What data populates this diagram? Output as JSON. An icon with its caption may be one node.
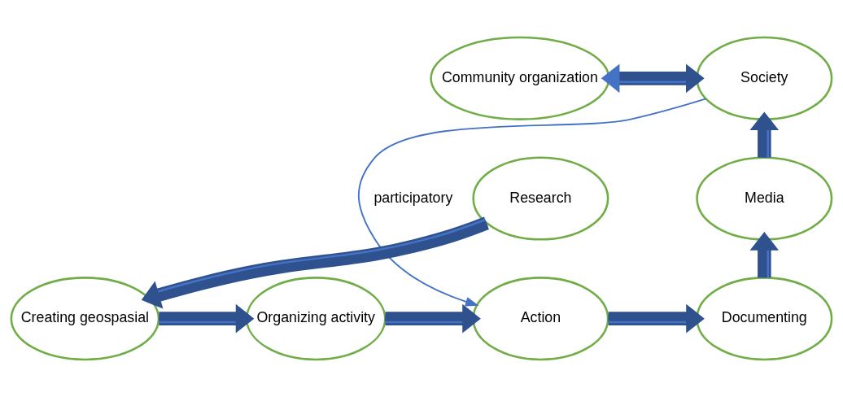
{
  "diagram": {
    "nodes": [
      {
        "text": [
          "Community organization"
        ]
      },
      {
        "text": [
          "Society"
        ]
      },
      {
        "text": [
          "Research"
        ]
      },
      {
        "text": [
          "Creating geospasial"
        ]
      },
      {
        "text": [
          "Organizing activity"
        ]
      },
      {
        "text": [
          "Action"
        ]
      },
      {
        "text": [
          "Documenting"
        ]
      },
      {
        "text": [
          "Media"
        ]
      }
    ],
    "edges": [
      {
        "from": 0,
        "to": 1,
        "arrow": "both"
      },
      {
        "from": 2,
        "to": 3,
        "arrow": "to"
      },
      {
        "from": 3,
        "to": 4,
        "arrow": "to"
      },
      {
        "from": 4,
        "to": 5,
        "arrow": "to"
      },
      {
        "from": 5,
        "to": 6,
        "arrow": "to"
      },
      {
        "from": 6,
        "to": 7,
        "arrow": "to"
      },
      {
        "from": 7,
        "to": 1,
        "arrow": "to"
      },
      {
        "from": 1,
        "to": 5,
        "arrow": "to",
        "label": "participatory",
        "color": "#4472c4"
      }
    ]
  }
}
